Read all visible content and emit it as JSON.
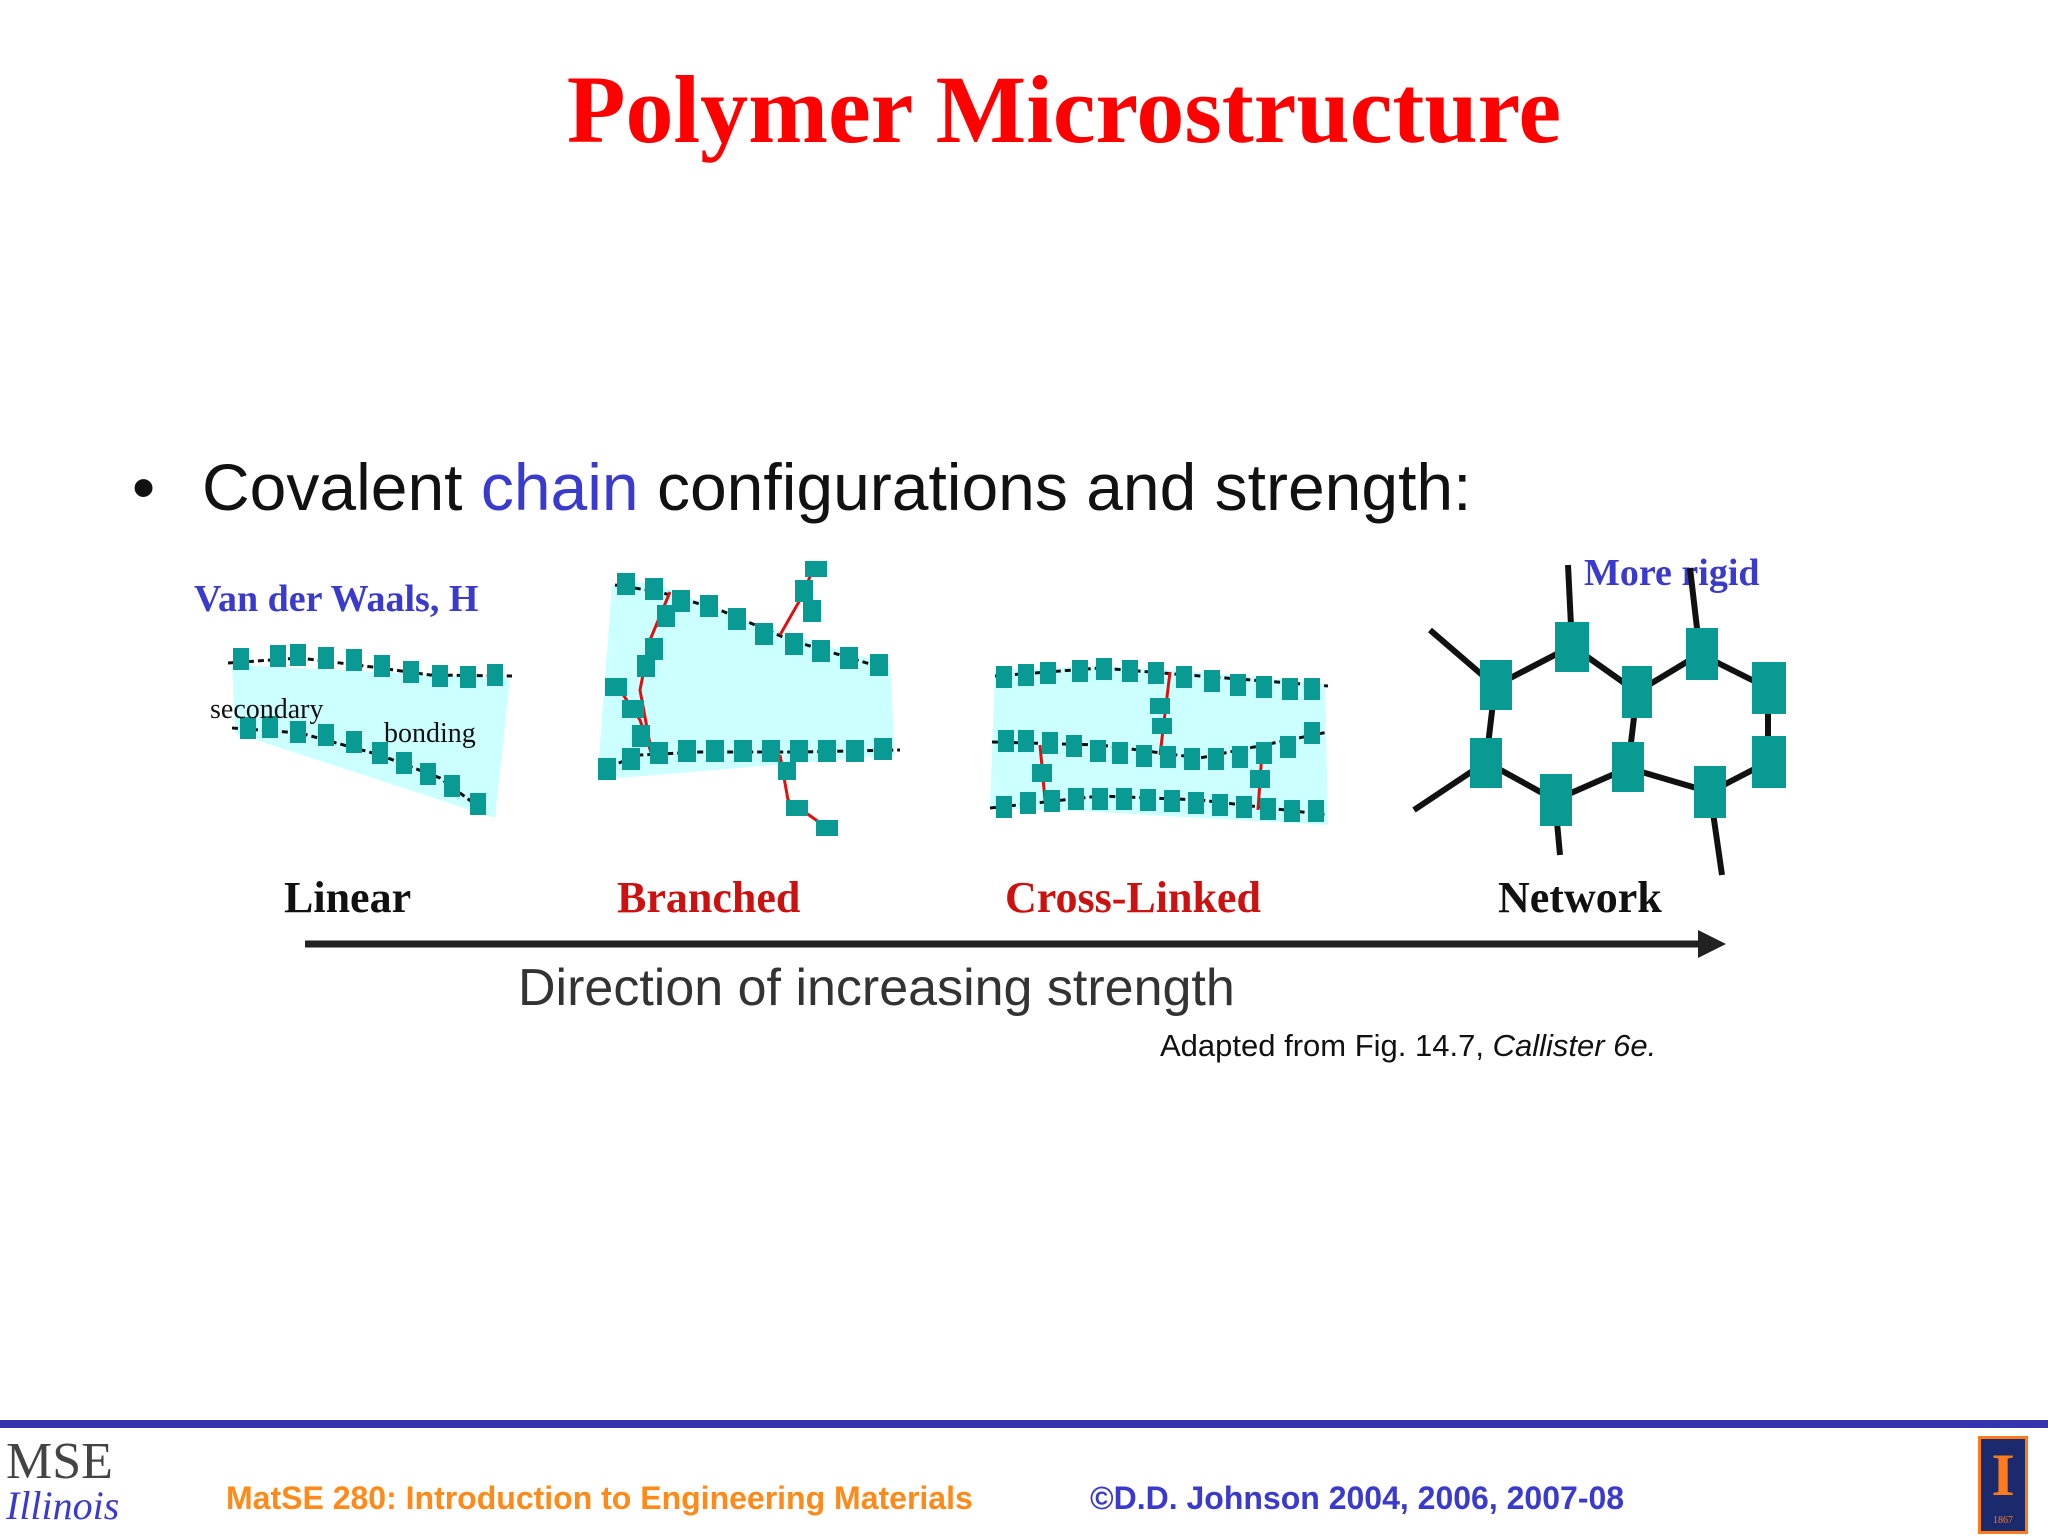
{
  "slide": {
    "title": "Polymer Microstructure",
    "bullet": {
      "prefix": "Covalent ",
      "highlight": "chain",
      "suffix": " configurations and strength:"
    }
  },
  "figure": {
    "label_secondary_force": "Van der Waals, H",
    "label_more_rigid": "More rigid",
    "label_secondary": "secondary",
    "label_bonding": "bonding",
    "categories": [
      "Linear",
      "Branched",
      "Cross-Linked",
      "Network"
    ],
    "direction": "Direction of increasing strength",
    "credit_prefix": "Adapted from Fig. 14.7, ",
    "credit_source": "Callister 6e.",
    "colors": {
      "monomer": "#0a9a94",
      "fill": "#ccffff",
      "link": "#e01010",
      "chain": "#111111",
      "category_red": "#cc1111"
    }
  },
  "footer": {
    "course": "MatSE 280: Introduction to Engineering Materials",
    "copyright": "©D.D. Johnson 2004, 2006, 2007-08",
    "logo_top": "MSE",
    "logo_bottom": "Illinois",
    "seal_letter": "I",
    "seal_year": "1867"
  }
}
